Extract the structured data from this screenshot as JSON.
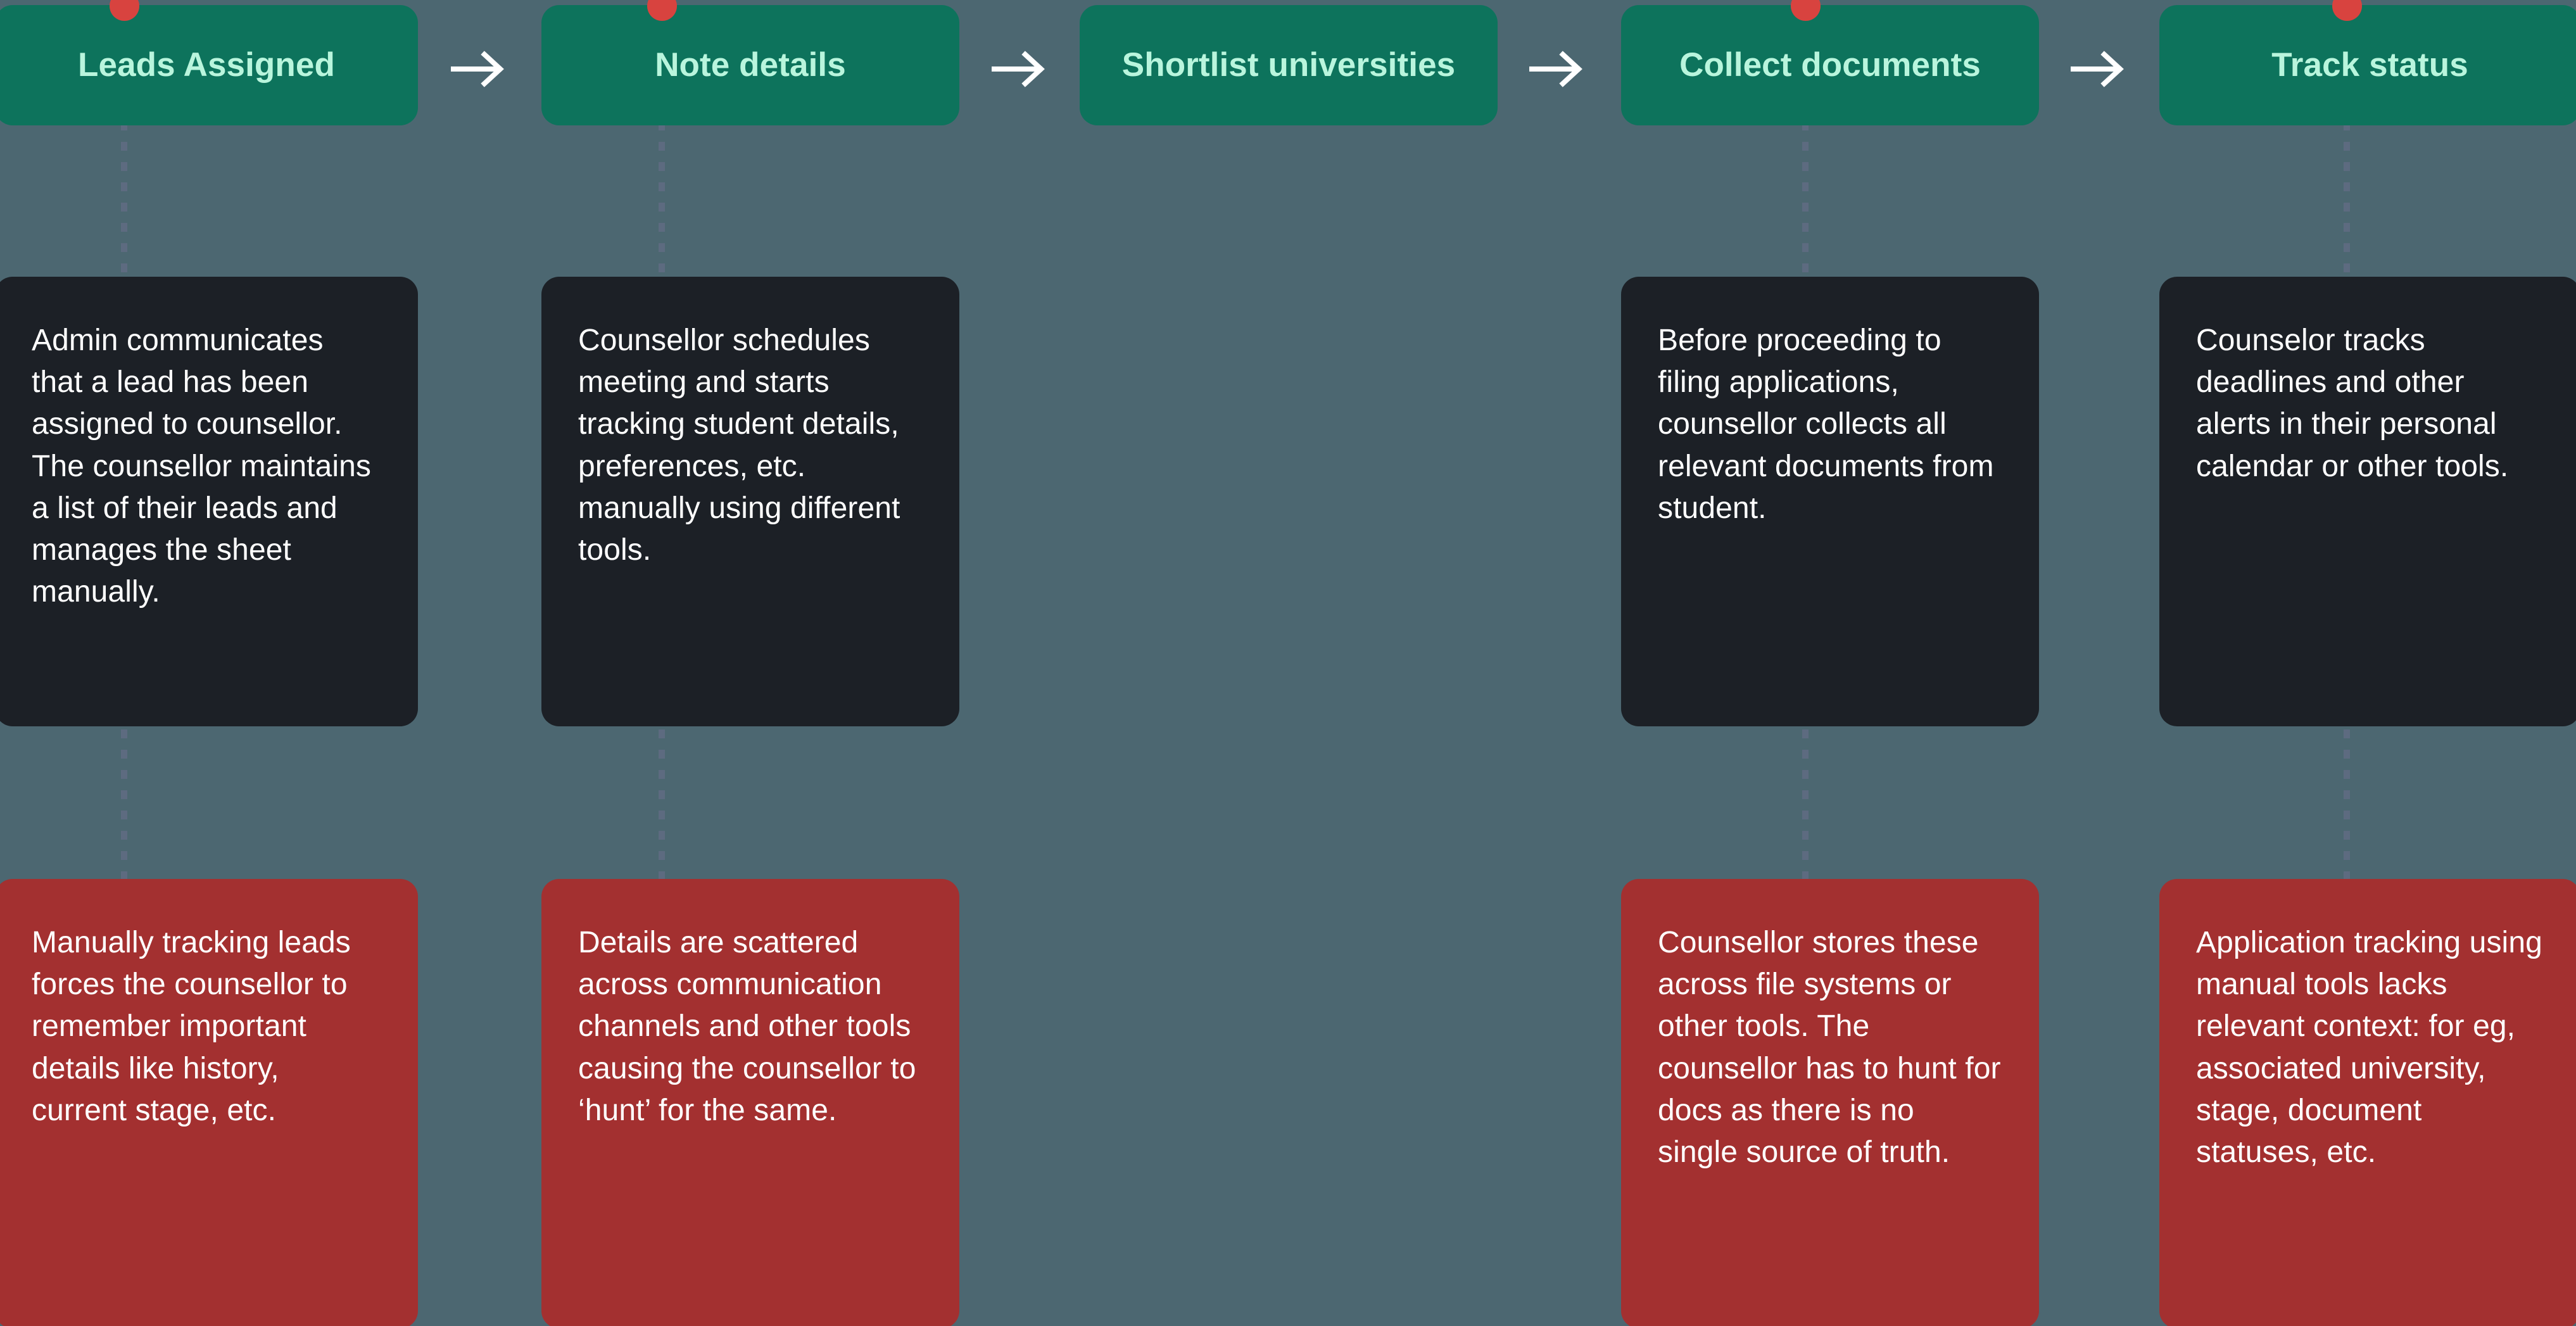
{
  "theme": {
    "background": "#4c6771",
    "header_green": "#0d735c",
    "header_text": "#b9f5dd",
    "dark_card": "#1c2026",
    "red_card": "#a33030",
    "marker_red": "#d8433f",
    "dash_line": "#5d6b80",
    "body_text": "#ffffff"
  },
  "diagram": {
    "type": "process-flow-swimlane",
    "columns": [
      {
        "id": "leads-assigned",
        "header": "Leads Assigned",
        "has_marker": true,
        "has_dashline": true,
        "arrow_after": true,
        "step": {
          "present": true,
          "text": "Admin communicates that a lead has been assigned to counsellor. The counsellor maintains a list of their leads and manages the sheet manually."
        },
        "pain": {
          "present": true,
          "text": "Manually tracking leads forces the counsellor to remember important details like history, current stage, etc."
        }
      },
      {
        "id": "note-details",
        "header": "Note details",
        "has_marker": true,
        "has_dashline": true,
        "arrow_after": true,
        "step": {
          "present": true,
          "text": "Counsellor schedules meeting and starts tracking student details, preferences, etc. manually using different tools."
        },
        "pain": {
          "present": true,
          "text": "Details are scattered across communication channels and other tools causing the counsellor to ‘hunt’ for the same."
        }
      },
      {
        "id": "shortlist-universities",
        "header": "Shortlist universities",
        "has_marker": false,
        "has_dashline": false,
        "arrow_after": true,
        "step": {
          "present": false,
          "text": ""
        },
        "pain": {
          "present": false,
          "text": ""
        }
      },
      {
        "id": "collect-documents",
        "header": "Collect documents",
        "has_marker": true,
        "has_dashline": true,
        "arrow_after": true,
        "step": {
          "present": true,
          "text": "Before proceeding to filing applications, counsellor collects all relevant documents from student."
        },
        "pain": {
          "present": true,
          "text": "Counsellor stores these across file systems or other tools. The counsellor has to hunt for docs as there is no single source of truth."
        }
      },
      {
        "id": "track-status",
        "header": "Track status",
        "has_marker": true,
        "has_dashline": true,
        "arrow_after": false,
        "step": {
          "present": true,
          "text": "Counselor tracks deadlines and other alerts in their personal calendar or other tools."
        },
        "pain": {
          "present": true,
          "text": "Application tracking using manual tools lacks relevant context: for eg, associated university, stage, document statuses, etc."
        }
      }
    ],
    "arrow_icon": "arrow-right-icon",
    "marker_icon": "stage-marker-dot-icon"
  }
}
